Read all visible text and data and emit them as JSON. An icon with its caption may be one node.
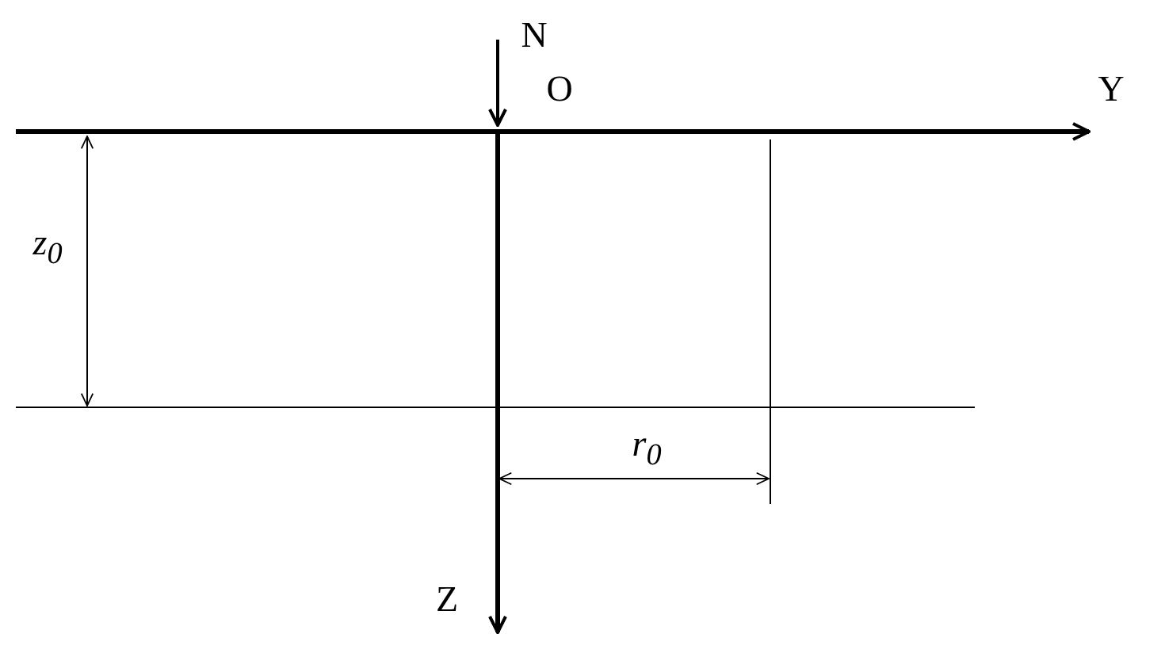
{
  "diagram": {
    "labels": [
      "N",
      "O",
      "Y",
      "z$_{0}$",
      "r$_{0}$",
      "Z"
    ]
  }
}
